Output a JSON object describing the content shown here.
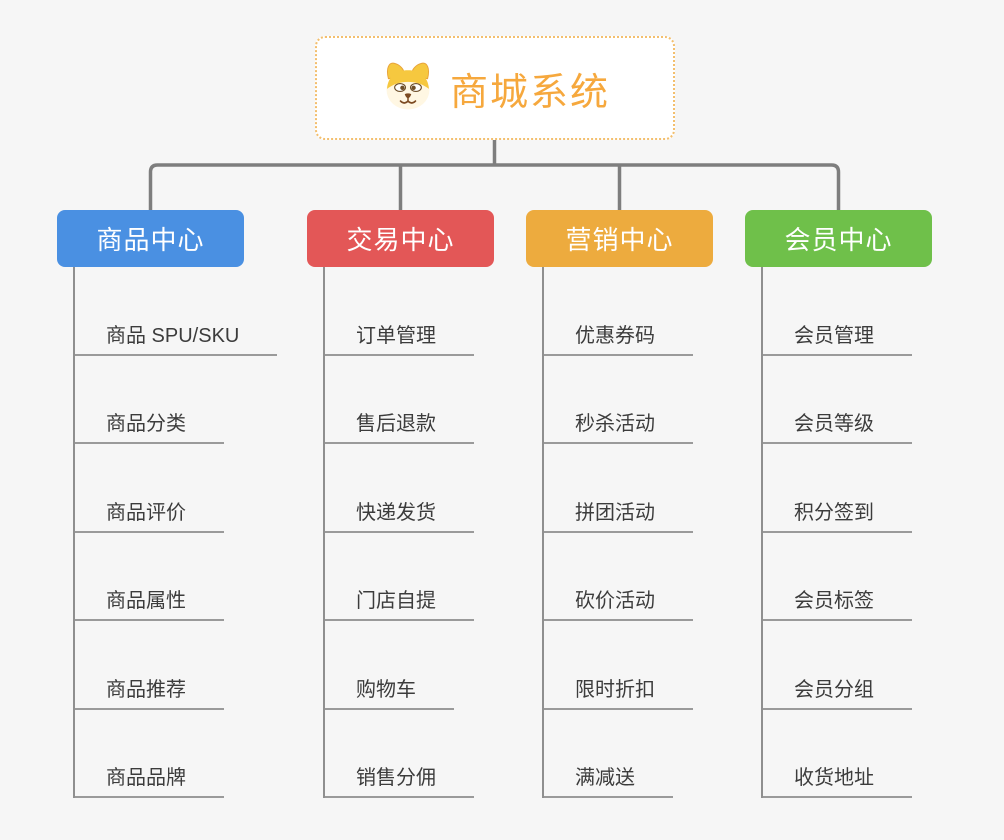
{
  "root": {
    "title": "商城系统",
    "icon": "dog-face-icon",
    "accent_color": "#f6a83d",
    "border_color": "#f3bf6e"
  },
  "branches": [
    {
      "label": "商品中心",
      "color": "#4a90e2",
      "children": [
        "商品 SPU/SKU",
        "商品分类",
        "商品评价",
        "商品属性",
        "商品推荐",
        "商品品牌"
      ]
    },
    {
      "label": "交易中心",
      "color": "#e35757",
      "children": [
        "订单管理",
        "售后退款",
        "快递发货",
        "门店自提",
        "购物车",
        "销售分佣"
      ]
    },
    {
      "label": "营销中心",
      "color": "#edab3e",
      "children": [
        "优惠券码",
        "秒杀活动",
        "拼团活动",
        "砍价活动",
        "限时折扣",
        "满减送"
      ]
    },
    {
      "label": "会员中心",
      "color": "#6fc04a",
      "children": [
        "会员管理",
        "会员等级",
        "积分签到",
        "会员标签",
        "会员分组",
        "收货地址"
      ]
    }
  ],
  "colors": {
    "background": "#f6f6f6",
    "connector_line": "#7e7e7e",
    "leaf_rail_line": "#8f8f8f",
    "leaf_underline": "#9a9a9a",
    "leaf_text": "#3c3c3c"
  }
}
